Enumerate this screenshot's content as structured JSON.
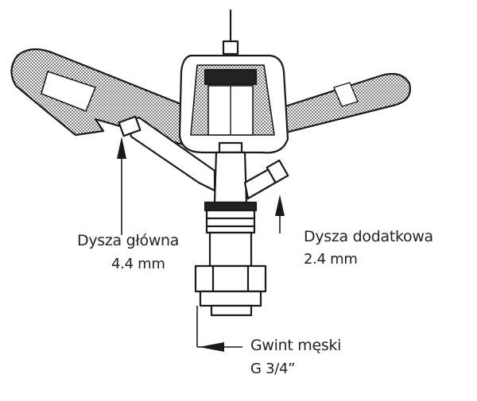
{
  "labels": {
    "main_nozzle": {
      "name": "Dysza główna",
      "size": "4.4 mm"
    },
    "aux_nozzle": {
      "name": "Dysza dodatkowa",
      "size": "2.4 mm"
    },
    "thread": {
      "name": "Gwint męski",
      "size": "G 3/4”"
    }
  },
  "colors": {
    "ink": "#1a1a1a",
    "background": "#ffffff"
  }
}
